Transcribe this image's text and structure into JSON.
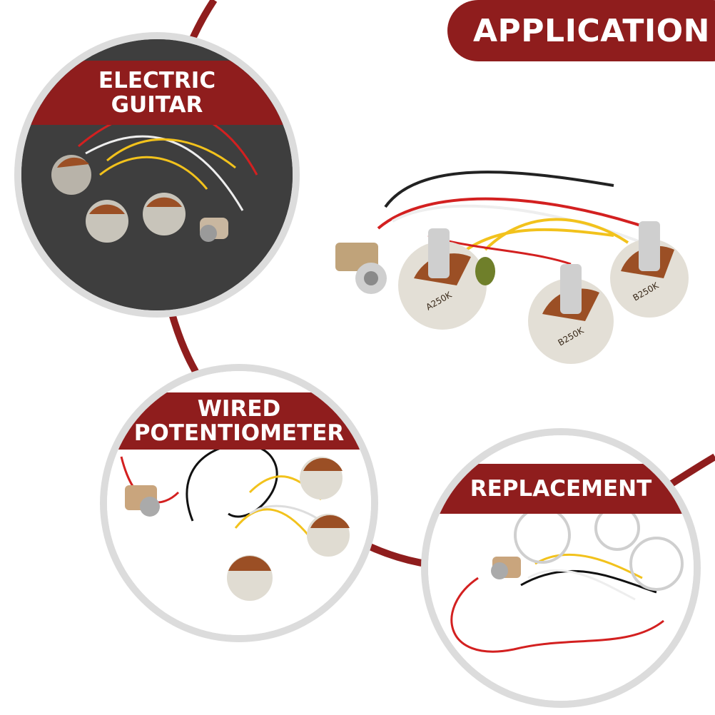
{
  "header": {
    "title": "APPLICATION"
  },
  "sections": [
    {
      "id": "electric-guitar",
      "line1": "ELECTRIC",
      "line2": "GUITAR"
    },
    {
      "id": "wired-potentiometer",
      "line1": "WIRED",
      "line2": "POTENTIOMETER"
    },
    {
      "id": "replacement",
      "line1": "REPLACEMENT"
    }
  ],
  "product": {
    "pot_labels": [
      "A250K",
      "B250K",
      "B250K"
    ]
  },
  "colors": {
    "accent": "#8f1d1d",
    "ring": "#dcdcdc",
    "dark_bg": "#3e3e3e"
  }
}
